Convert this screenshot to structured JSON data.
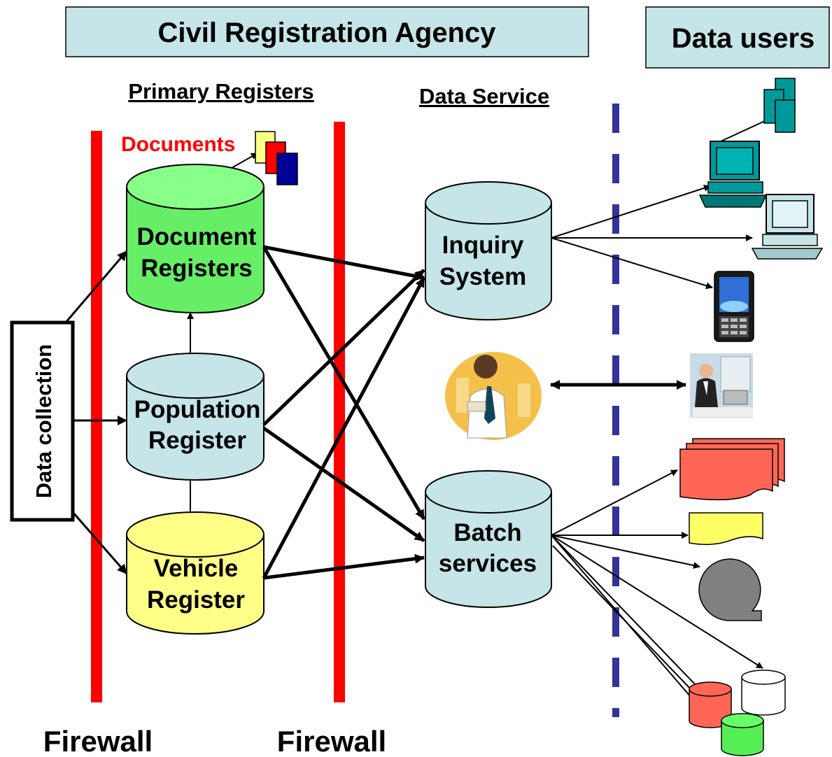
{
  "header": {
    "agency_title": "Civil Registration Agency",
    "users_title": "Data users"
  },
  "sections": {
    "primary_registers": "Primary Registers",
    "data_service": "Data Service"
  },
  "data_collection": "Data collection",
  "documents_label": "Documents",
  "registers": {
    "document": {
      "line1": "Document",
      "line2": "Registers"
    },
    "population": {
      "line1": "Population",
      "line2": "Register"
    },
    "vehicle": {
      "line1": "Vehicle",
      "line2": "Register"
    }
  },
  "services": {
    "inquiry": {
      "line1": "Inquiry",
      "line2": "System"
    },
    "batch": {
      "line1": "Batch",
      "line2": "services"
    }
  },
  "firewalls": {
    "left": "Firewall",
    "right": "Firewall"
  },
  "colors": {
    "title_box": "#c5e5e8",
    "firewall": "#ff0000",
    "document_cyl": "#66ee66",
    "population_cyl": "#c5e5e8",
    "vehicle_cyl": "#ffff88",
    "service_cyl": "#c5e5e8",
    "dashed_line": "#333399"
  },
  "icons": [
    "server-stack-icon",
    "desktop-computer-icon",
    "desktop-computer-icon",
    "mobile-phone-icon",
    "person-on-phone-icon",
    "office-worker-icon",
    "report-stack-icon",
    "document-icon",
    "storage-icon",
    "database-icon"
  ]
}
